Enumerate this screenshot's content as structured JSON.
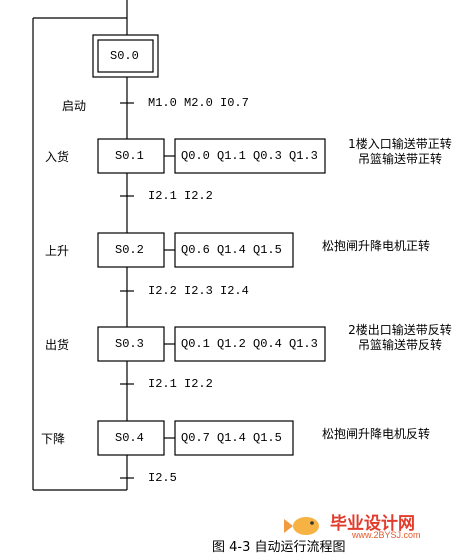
{
  "steps": [
    {
      "id": "S0.0",
      "side": "",
      "actions": "",
      "note": []
    },
    {
      "id": "S0.1",
      "side": "入货",
      "actions": "Q0.0 Q1.1 Q0.3 Q1.3",
      "note": [
        "1楼入口输送带正转",
        "吊篮输送带正转"
      ]
    },
    {
      "id": "S0.2",
      "side": "上升",
      "actions": "Q0.6 Q1.4 Q1.5",
      "note": [
        "松抱闸升降电机正转"
      ]
    },
    {
      "id": "S0.3",
      "side": "出货",
      "actions": "Q0.1 Q1.2 Q0.4 Q1.3",
      "note": [
        "2楼出口输送带反转",
        "吊篮输送带反转"
      ]
    },
    {
      "id": "S0.4",
      "side": "下降",
      "actions": "Q0.7 Q1.4 Q1.5",
      "note": [
        "松抱闸升降电机反转"
      ]
    }
  ],
  "transitions": [
    {
      "side": "启动",
      "cond": "M1.0  M2.0  I0.7"
    },
    {
      "side": "",
      "cond": "I2.1  I2.2"
    },
    {
      "side": "",
      "cond": "I2.2  I2.3  I2.4"
    },
    {
      "side": "",
      "cond": "I2.1  I2.2"
    },
    {
      "side": "",
      "cond": "I2.5"
    }
  ],
  "caption": "图 4-3 自动运行流程图",
  "watermark": {
    "text": "毕业设计网",
    "url": "www.2BYSJ.com"
  }
}
